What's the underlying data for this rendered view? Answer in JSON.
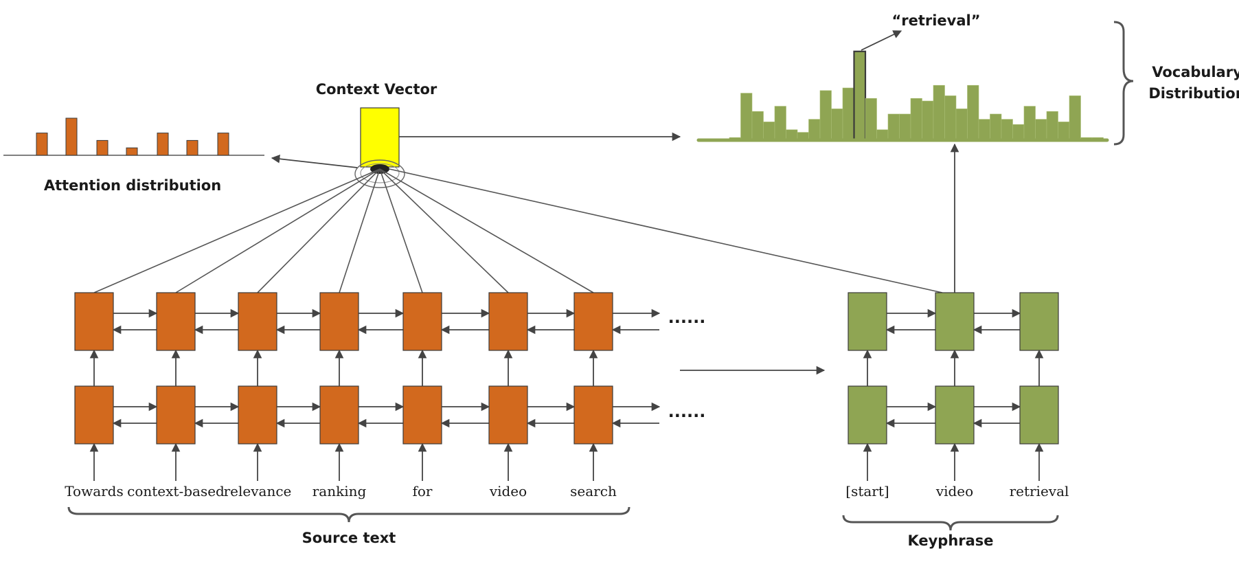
{
  "labels": {
    "context_vector": "Context Vector",
    "attention_distribution": "Attention distribution",
    "vocabulary_distribution_line1": "Vocabulary",
    "vocabulary_distribution_line2": "Distribution",
    "retrieval_quote": "“retrieval”",
    "source_text": "Source text",
    "keyphrase": "Keyphrase",
    "ellipsis": "......"
  },
  "source_tokens": [
    "Towards",
    "context-based",
    "relevance",
    "ranking",
    "for",
    "video",
    "search"
  ],
  "keyphrase_tokens": [
    "[start]",
    "video",
    "retrieval"
  ],
  "attention_weights": [
    0.6,
    1.0,
    0.4,
    0.2,
    0.6,
    0.4,
    0.6
  ],
  "vocabulary_weights": [
    0.05,
    0.9,
    0.55,
    0.35,
    0.65,
    0.2,
    0.15,
    0.4,
    0.95,
    0.6,
    1.0,
    1.7,
    0.8,
    0.2,
    0.5,
    0.5,
    0.8,
    0.75,
    1.05,
    0.85,
    0.6,
    1.05,
    0.4,
    0.5,
    0.4,
    0.3,
    0.65,
    0.4,
    0.55,
    0.35,
    0.85,
    0.05,
    0.05
  ],
  "highlight_index": 11,
  "colors": {
    "encoder": "#d2691e",
    "decoder": "#8fa553",
    "context": "#ffff00",
    "stroke": "#3a3a3a"
  }
}
